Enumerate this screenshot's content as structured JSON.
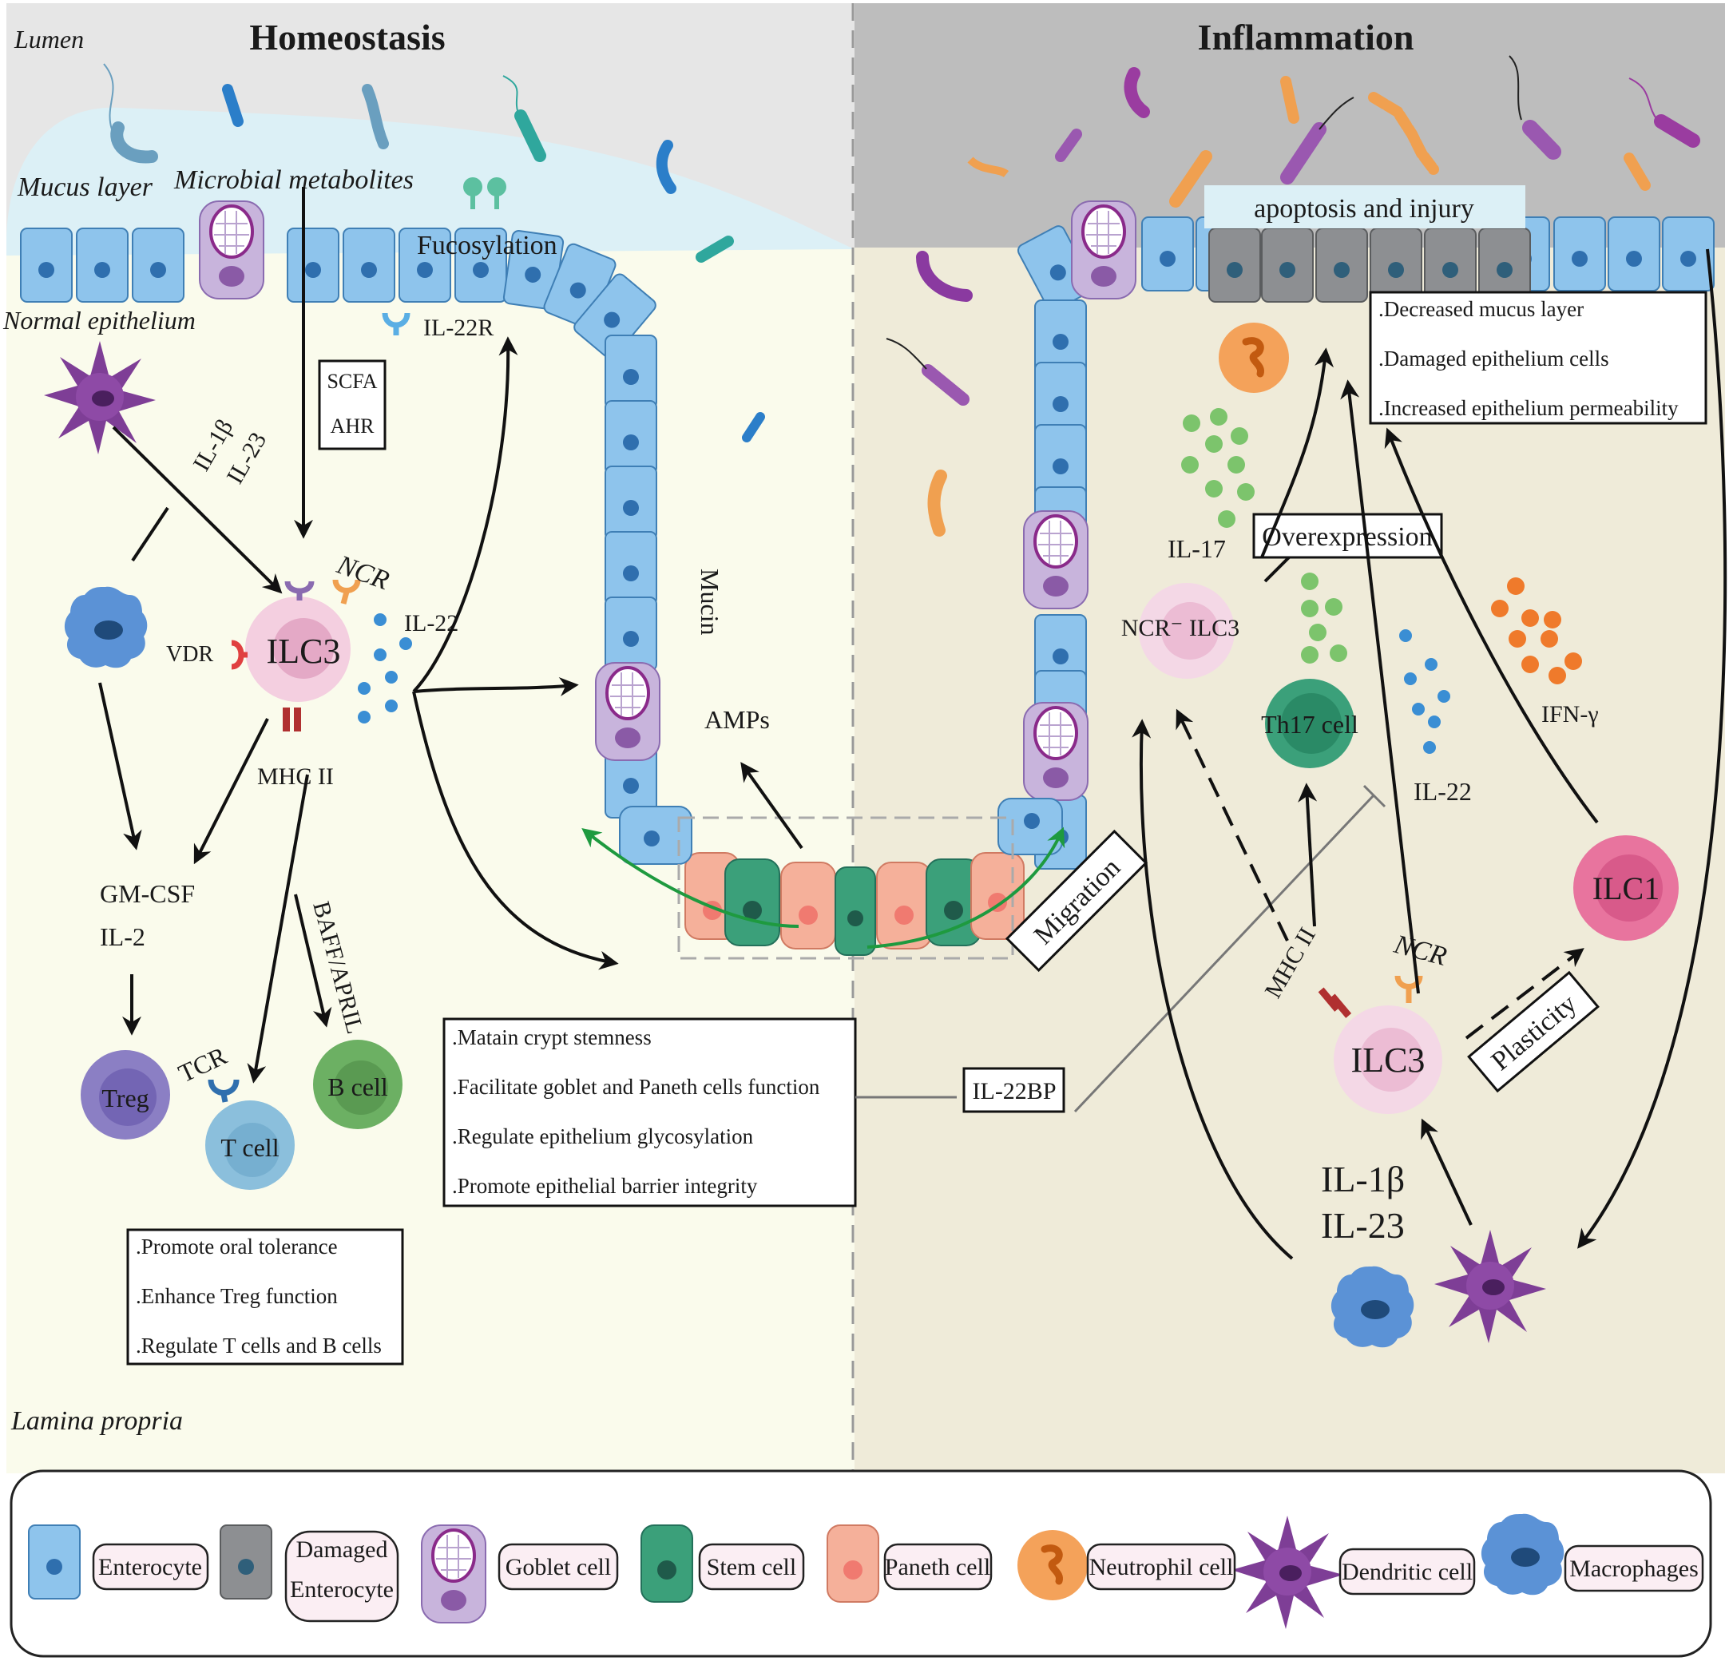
{
  "headers": {
    "homeostasis": "Homeostasis",
    "inflammation": "Inflammation"
  },
  "regions": {
    "lumen": "Lumen",
    "mucus": "Mucus layer",
    "normal_epithelium": "Normal epithelium",
    "lamina_propria": "Lamina propria"
  },
  "homeostasis": {
    "microbial_metabolites": "Microbial metabolites",
    "fucosylation": "Fucosylation",
    "il22r": "IL-22R",
    "scfa": "SCFA",
    "ahr": "AHR",
    "il1b": "IL-1β",
    "il23": "IL-23",
    "ncr": "NCR",
    "ilc3": "ILC3",
    "vdr": "VDR",
    "il22": "IL-22",
    "mhc2": "MHC II",
    "gmcsf": "GM-CSF",
    "il2": "IL-2",
    "baff": "BAFF/APRIL",
    "tcr": "TCR",
    "treg": "Treg",
    "tcell": "T cell",
    "bcell": "B cell",
    "mucin": "Mucin",
    "amps": "AMPs",
    "migration": "Migration",
    "il22_effects": [
      ".Matain crypt stemness",
      ".Facilitate goblet and Paneth cells function",
      ".Regulate epithelium glycosylation",
      ".Promote epithelial barrier integrity"
    ],
    "tolerance_effects": [
      ".Promote oral tolerance",
      ".Enhance Treg function",
      ".Regulate T cells and B cells"
    ]
  },
  "inflammation": {
    "apoptosis": "apoptosis and injury",
    "damage_effects": [
      ".Decreased mucus layer",
      ".Damaged epithelium cells",
      ".Increased epithelium permeability"
    ],
    "il17": "IL-17",
    "overexpression": "Overexpression",
    "ncr_minus_ilc3": "NCR⁻ ILC3",
    "th17": "Th17 cell",
    "il22": "IL-22",
    "ifng": "IFN-γ",
    "ilc1": "ILC1",
    "mhc2": "MHC II",
    "ncr": "NCR",
    "ilc3": "ILC3",
    "plasticity": "Plasticity",
    "il22bp": "IL-22BP",
    "il1b": "IL-1β",
    "il23": "IL-23"
  },
  "legend": [
    {
      "icon": "enterocyte",
      "label": "Enterocyte"
    },
    {
      "icon": "damaged-enterocyte",
      "label": "Damaged\nEnterocyte"
    },
    {
      "icon": "goblet-cell",
      "label": "Goblet cell"
    },
    {
      "icon": "stem-cell",
      "label": "Stem cell"
    },
    {
      "icon": "paneth-cell",
      "label": "Paneth cell"
    },
    {
      "icon": "neutrophil",
      "label": "Neutrophil cell"
    },
    {
      "icon": "dendritic-cell",
      "label": "Dendritic cell"
    },
    {
      "icon": "macrophage",
      "label": "Macrophages"
    }
  ],
  "colors": {
    "lumen_light": "#e6e6e6",
    "lumen_dark": "#bdbdbd",
    "mucus": "#dcf0f6",
    "homeostasis_bg": "#fafbec",
    "inflammation_bg": "#efebd9",
    "enterocyte": "#8ec4ec",
    "goblet": "#c8b4dc",
    "ilc3": "#f4cfe0",
    "treg": "#8b7fc4",
    "tcell": "#8bbfdc",
    "bcell": "#6cb063",
    "th17": "#3ba07a",
    "ilc1": "#e8749e",
    "il22_dot": "#3a8ed4",
    "il17_dot": "#7cc46c",
    "ifng_dot": "#ef7a2b"
  }
}
